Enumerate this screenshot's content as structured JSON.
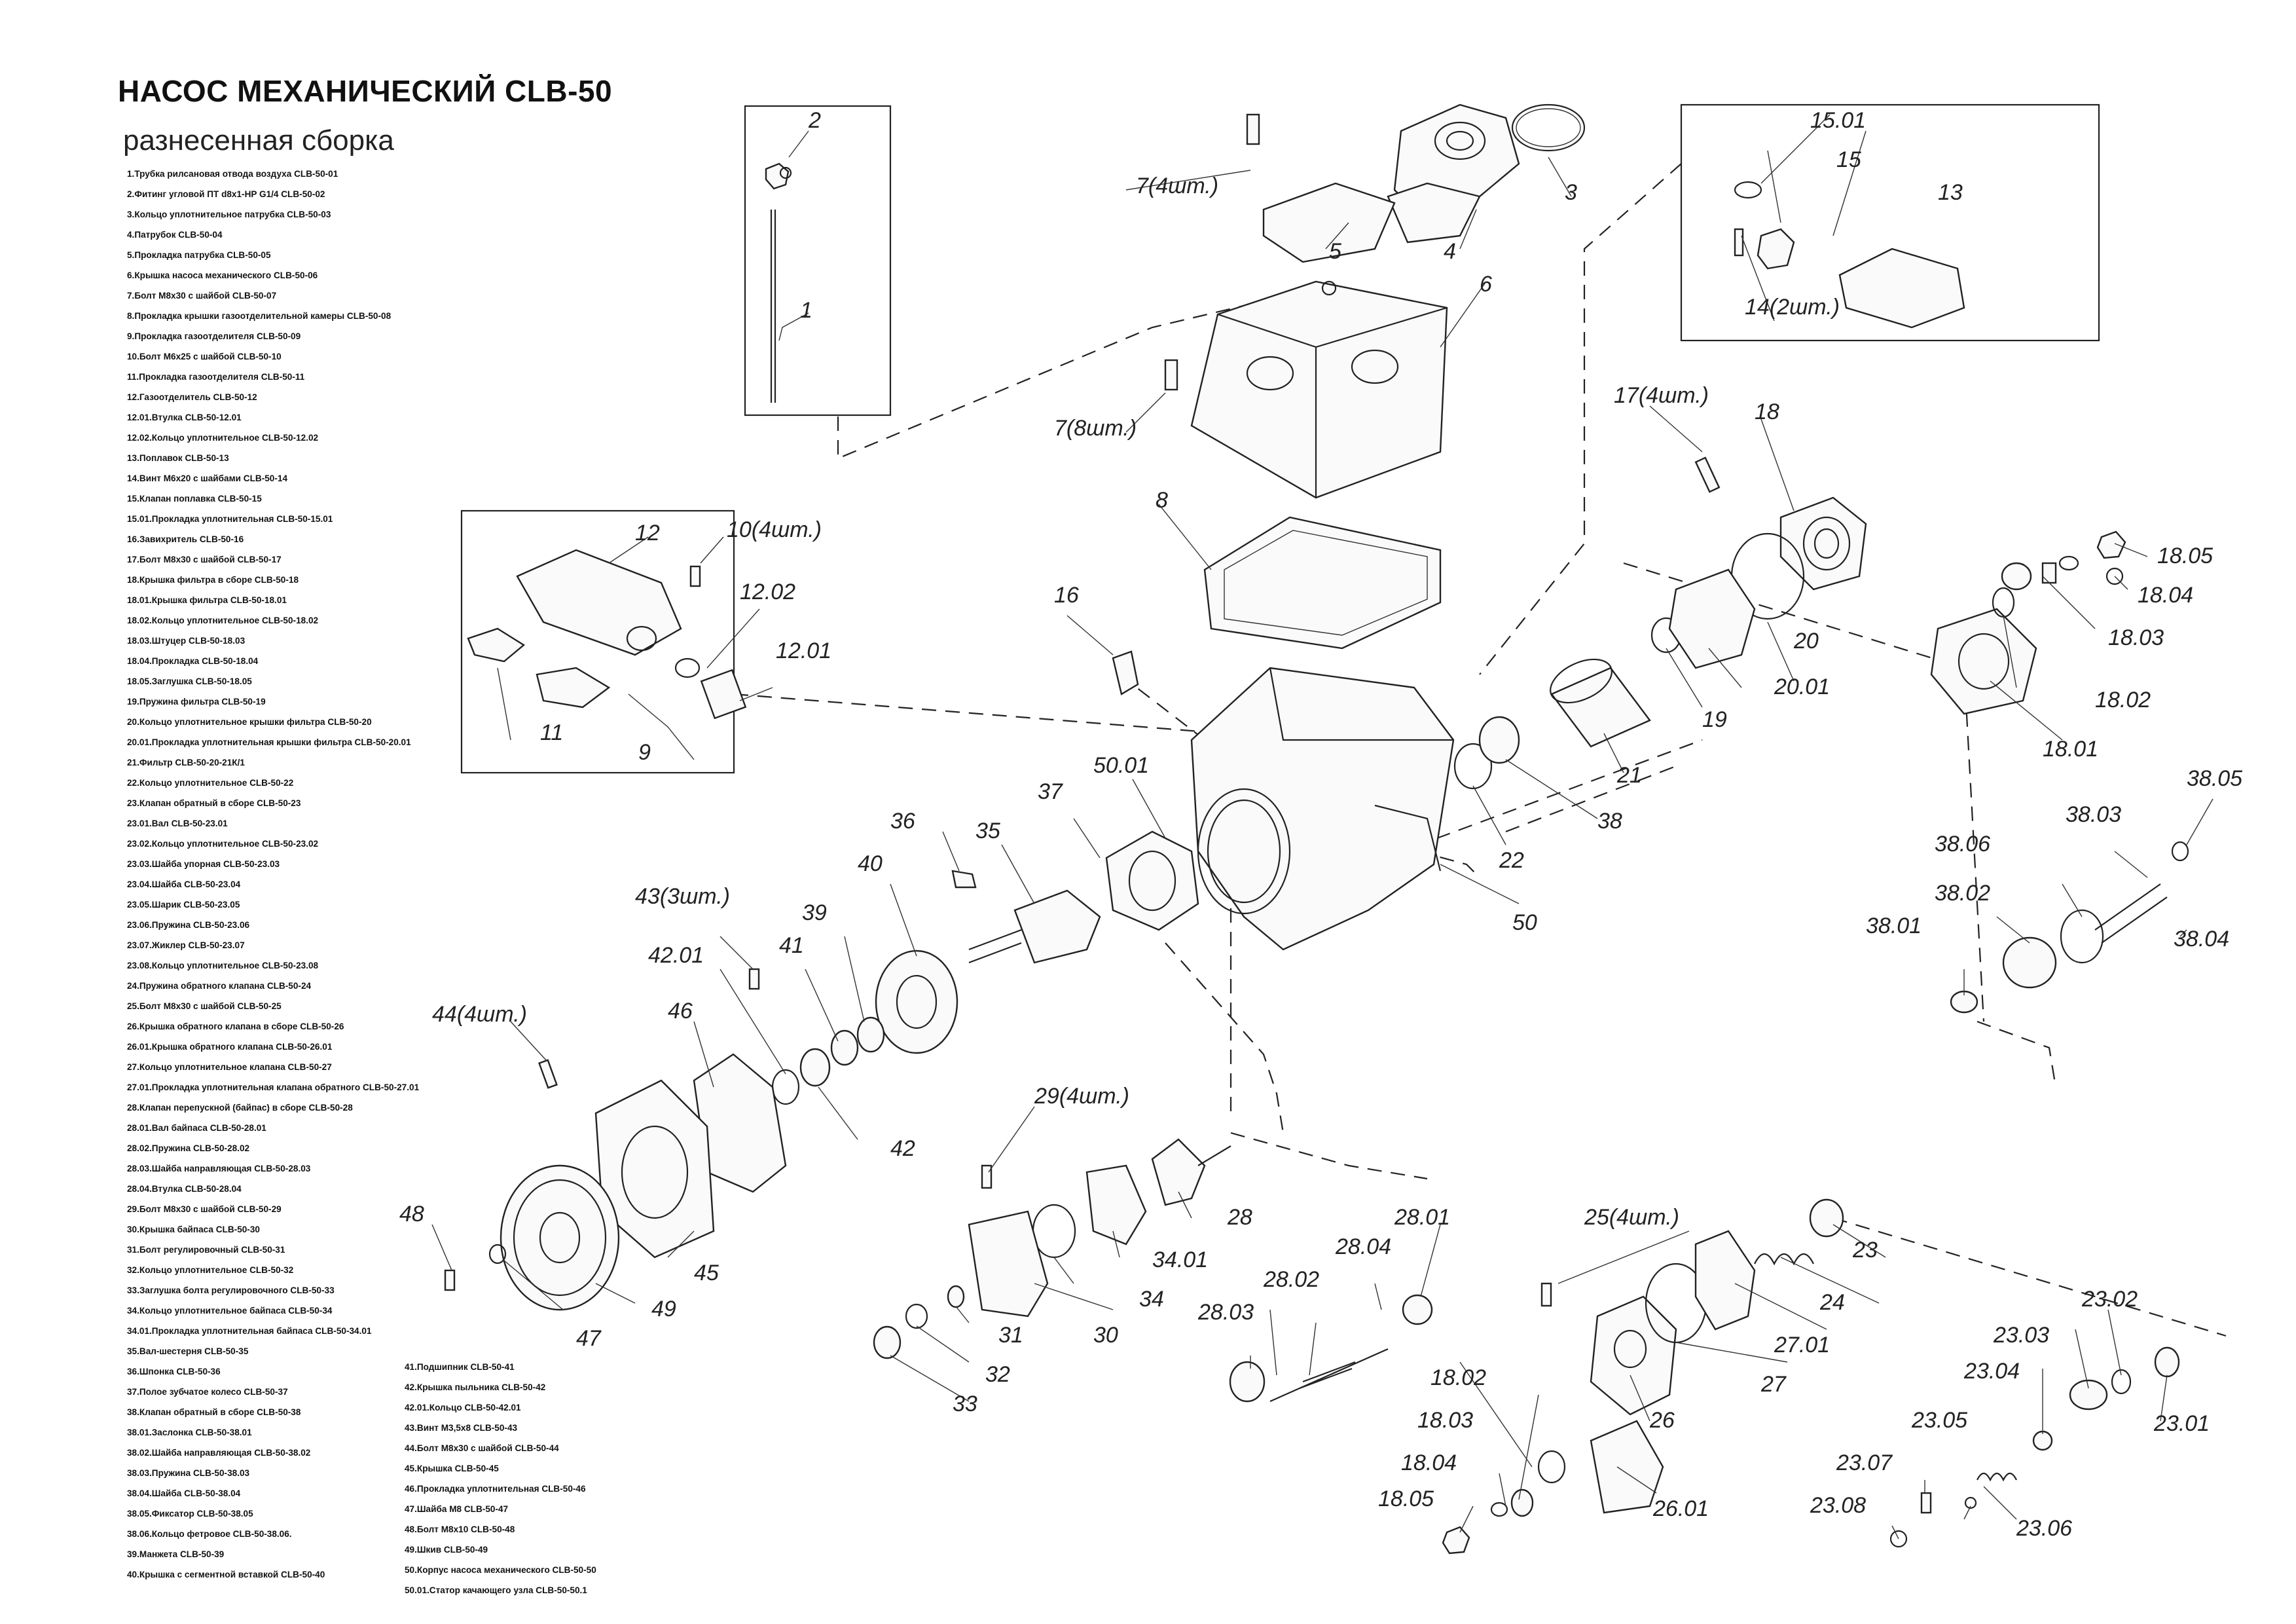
{
  "title": "НАСОС МЕХАНИЧЕСКИЙ CLB-50",
  "subtitle": "разнесенная сборка",
  "parts_left": [
    "1.Трубка рилсановая отвода воздуха CLB-50-01",
    "2.Фитинг угловой ПТ d8x1-HP G1/4 CLB-50-02",
    "3.Кольцо уплотнительное патрубка CLB-50-03",
    "4.Патрубок CLB-50-04",
    "5.Прокладка патрубка CLB-50-05",
    "6.Крышка насоса механического CLB-50-06",
    "7.Болт М8х30 с шайбой CLB-50-07",
    "8.Прокладка крышки газоотделительной камеры CLB-50-08",
    "9.Прокладка газоотделителя CLB-50-09",
    "10.Болт М6х25 с шайбой CLB-50-10",
    "11.Прокладка газоотделителя CLB-50-11",
    "12.Газоотделитель CLB-50-12",
    "12.01.Втулка CLB-50-12.01",
    "12.02.Кольцо уплотнительное CLB-50-12.02",
    "13.Поплавок CLB-50-13",
    "14.Винт М6х20 с шайбами CLB-50-14",
    "15.Клапан поплавка CLB-50-15",
    "15.01.Прокладка уплотнительная CLB-50-15.01",
    "16.Завихритель CLB-50-16",
    "17.Болт М8х30 с шайбой CLB-50-17",
    "18.Крышка фильтра в сборе CLB-50-18",
    "18.01.Крышка фильтра CLB-50-18.01",
    "18.02.Кольцо уплотнительное CLB-50-18.02",
    "18.03.Штуцер CLB-50-18.03",
    "18.04.Прокладка CLB-50-18.04",
    "18.05.Заглушка CLB-50-18.05",
    "19.Пружина фильтра CLB-50-19",
    "20.Кольцо уплотнительное крышки фильтра CLB-50-20",
    "20.01.Прокладка уплотнительная крышки фильтра CLB-50-20.01",
    "21.Фильтр CLB-50-20-21К/1",
    "22.Кольцо уплотнительное CLB-50-22",
    "23.Клапан обратный в сборе CLB-50-23",
    "23.01.Вал CLB-50-23.01",
    "23.02.Кольцо уплотнительное CLB-50-23.02",
    "23.03.Шайба упорная CLB-50-23.03",
    "23.04.Шайба CLB-50-23.04",
    "23.05.Шарик CLB-50-23.05",
    "23.06.Пружина CLB-50-23.06",
    "23.07.Жиклер CLB-50-23.07",
    "23.08.Кольцо уплотнительное CLB-50-23.08",
    "24.Пружина обратного клапана CLB-50-24",
    "25.Болт М8х30 с шайбой CLB-50-25",
    "26.Крышка обратного клапана в сборе CLB-50-26",
    "26.01.Крышка обратного клапана CLB-50-26.01",
    "27.Кольцо уплотнительное клапана CLB-50-27",
    "27.01.Прокладка уплотнительная клапана обратного CLB-50-27.01",
    "28.Клапан перепускной (байпас) в сборе CLB-50-28",
    "28.01.Вал байпаса CLB-50-28.01",
    "28.02.Пружина CLB-50-28.02",
    "28.03.Шайба направляющая CLB-50-28.03",
    "28.04.Втулка CLB-50-28.04",
    "29.Болт М8х30 с шайбой CLB-50-29",
    "30.Крышка байпаса CLB-50-30",
    "31.Болт регулировочный CLB-50-31",
    "32.Кольцо уплотнительное CLB-50-32",
    "33.Заглушка болта регулировочного CLB-50-33",
    "34.Кольцо уплотнительное байпаса CLB-50-34",
    "34.01.Прокладка уплотнительная байпаса CLB-50-34.01",
    "35.Вал-шестерня CLB-50-35",
    "36.Шпонка CLB-50-36",
    "37.Полое зубчатое колесо CLB-50-37",
    "38.Клапан обратный в сборе CLB-50-38",
    "38.01.Заслонка CLB-50-38.01",
    "38.02.Шайба направляющая CLB-50-38.02",
    "38.03.Пружина CLB-50-38.03",
    "38.04.Шайба CLB-50-38.04",
    "38.05.Фиксатор CLB-50-38.05",
    "38.06.Кольцо фетровое  CLB-50-38.06.",
    "39.Манжета CLB-50-39",
    "40.Крышка с сегментной вставкой CLB-50-40"
  ],
  "parts_right": [
    "41.Подшипник CLB-50-41",
    "42.Крышка пыльника CLB-50-42",
    "42.01.Кольцо  CLB-50-42.01",
    "43.Винт М3,5х8 CLB-50-43",
    "44.Болт М8х30 с шайбой CLB-50-44",
    "45.Крышка CLB-50-45",
    "46.Прокладка уплотнительная CLB-50-46",
    "47.Шайба М8 CLB-50-47",
    "48.Болт М8х10 CLB-50-48",
    "49.Шкив CLB-50-49",
    "50.Корпус насоса механического CLB-50-50",
    "50.01.Статор качающего узла CLB-50-50.1"
  ],
  "callouts": {
    "c1": "1",
    "c2": "2",
    "c3": "3",
    "c4": "4",
    "c5": "5",
    "c6": "6",
    "c7a": "7(4шт.)",
    "c7b": "7(8шт.)",
    "c8": "8",
    "c9": "9",
    "c10": "10(4шт.)",
    "c11": "11",
    "c12": "12",
    "c1201": "12.01",
    "c1202": "12.02",
    "c13": "13",
    "c14": "14(2шт.)",
    "c15": "15",
    "c1501": "15.01",
    "c16": "16",
    "c17": "17(4шт.)",
    "c18": "18",
    "c1801": "18.01",
    "c1802": "18.02",
    "c1803": "18.03",
    "c1804": "18.04",
    "c1805": "18.05",
    "c1802b": "18.02",
    "c1803b": "18.03",
    "c1804b": "18.04",
    "c1805b": "18.05",
    "c19": "19",
    "c20": "20",
    "c2001": "20.01",
    "c21": "21",
    "c22": "22",
    "c23": "23",
    "c2301": "23.01",
    "c2302": "23.02",
    "c2303": "23.03",
    "c2304": "23.04",
    "c2305": "23.05",
    "c2306": "23.06",
    "c2307": "23.07",
    "c2308": "23.08",
    "c24": "24",
    "c25": "25(4шт.)",
    "c26": "26",
    "c2601": "26.01",
    "c27": "27",
    "c2701": "27.01",
    "c28": "28",
    "c2801": "28.01",
    "c2802": "28.02",
    "c2803": "28.03",
    "c2804": "28.04",
    "c29": "29(4шт.)",
    "c30": "30",
    "c31": "31",
    "c32": "32",
    "c33": "33",
    "c34": "34",
    "c3401": "34.01",
    "c35": "35",
    "c36": "36",
    "c37": "37",
    "c38": "38",
    "c3801": "38.01",
    "c3802": "38.02",
    "c3803": "38.03",
    "c3804": "38.04",
    "c3805": "38.05",
    "c3806": "38.06",
    "c39": "39",
    "c40": "40",
    "c41": "41",
    "c42": "42",
    "c4201": "42.01",
    "c43": "43(3шт.)",
    "c44": "44(4шт.)",
    "c45": "45",
    "c46": "46",
    "c47": "47",
    "c48": "48",
    "c49": "49",
    "c50": "50",
    "c5001": "50.01"
  }
}
